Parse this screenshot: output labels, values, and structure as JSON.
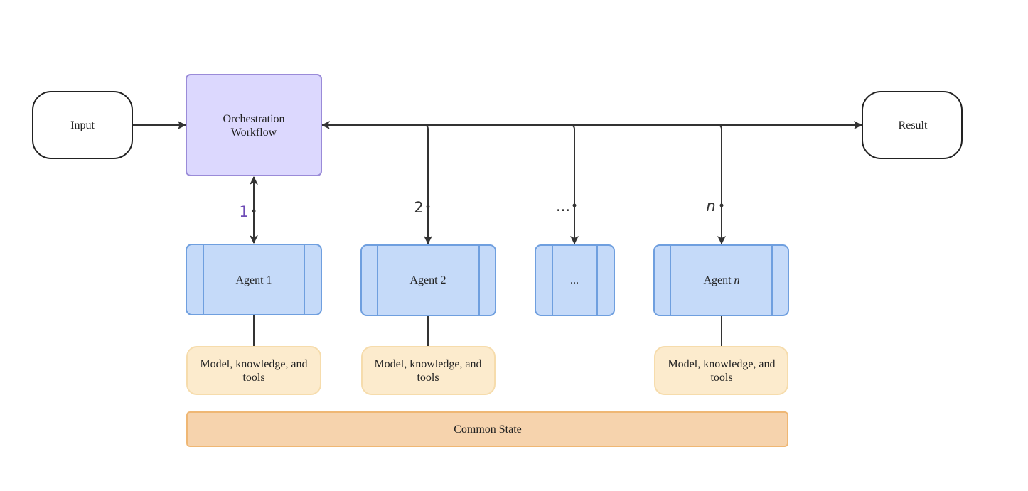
{
  "nodes": {
    "input": "Input",
    "orchestration_line1": "Orchestration",
    "orchestration_line2": "Workflow",
    "result": "Result",
    "agent_1": "Agent 1",
    "agent_2": "Agent 2",
    "agent_ellipsis": "...",
    "agent_n_prefix": "Agent ",
    "agent_n_var": "n",
    "resources_line1": "Model, knowledge, and",
    "resources_line2": "tools",
    "common_state": "Common State"
  },
  "edge_labels": {
    "step_1": "1",
    "step_2": "2",
    "step_ellipsis": "...",
    "step_n": "n"
  },
  "colors": {
    "stroke_dark": "#333333",
    "orchestration_fill": "#dcd8fe",
    "orchestration_stroke": "#9a8bd8",
    "agent_fill": "#c5daf9",
    "agent_stroke": "#6f9fdf",
    "resource_fill": "#fcebcd",
    "resource_stroke": "#f6dcac",
    "state_fill": "#f6d3ad",
    "state_stroke": "#efb774",
    "label_1_color": "#6e4bb6"
  }
}
